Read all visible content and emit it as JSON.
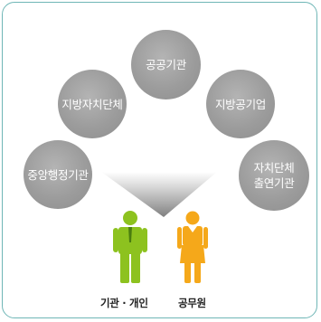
{
  "nodes": [
    {
      "id": "public-institution",
      "label": "공공기관"
    },
    {
      "id": "local-government",
      "label": "지방자치단체"
    },
    {
      "id": "local-public-enterprise",
      "label": "지방공기업"
    },
    {
      "id": "central-agency",
      "label": "중앙행정기관"
    },
    {
      "id": "local-funded-institution",
      "label": "자치단체\n출연기관"
    }
  ],
  "people": [
    {
      "label": "기관 · 개인",
      "color": "#8dc21f"
    },
    {
      "label": "공무원",
      "color": "#f5a81a"
    }
  ],
  "colors": {
    "frame": "#6fb6b6",
    "circle": "#9c9c9c",
    "wedge": "#8a8a8a"
  }
}
